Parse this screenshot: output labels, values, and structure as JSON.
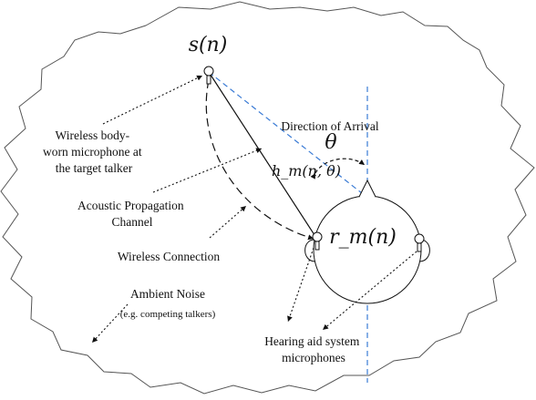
{
  "symbols": {
    "source": "s(n)",
    "theta": "θ",
    "transfer_fn": "h_m(n, θ)",
    "received": "r_m(n)"
  },
  "labels": {
    "body_mic": [
      "Wireless body-",
      "worn microphone at",
      "the target talker"
    ],
    "direction_of_arrival": "Direction of Arrival",
    "acoustic_channel": [
      "Acoustic Propagation",
      "Channel"
    ],
    "wireless_connection": "Wireless Connection",
    "ambient_noise": "Ambient Noise",
    "ambient_noise_note": "(e.g. competing talkers)",
    "hearing_aid_mics": [
      "Hearing aid system",
      "microphones"
    ]
  },
  "colors": {
    "outline": "#555555",
    "line": "#111111",
    "doa_dashed": "#3a7bd5"
  }
}
